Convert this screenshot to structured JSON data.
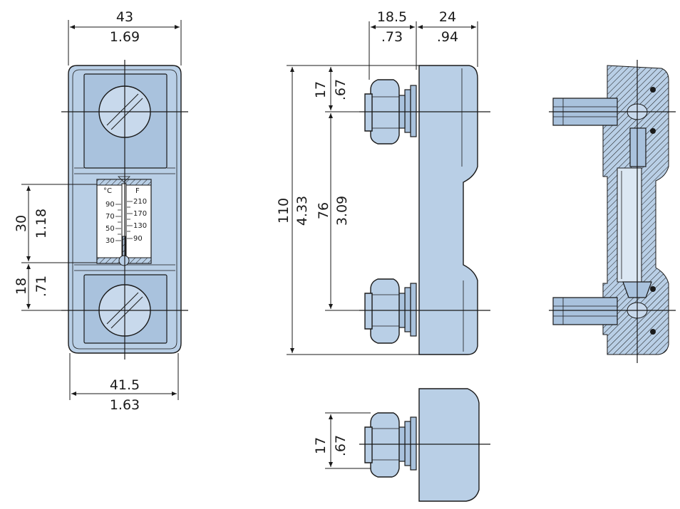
{
  "front_view": {
    "top_width_mm": "43",
    "top_width_in": "1.69",
    "bottom_width_mm": "41.5",
    "bottom_width_in": "1.63",
    "scale_height_mm": "30",
    "scale_height_in": "1.18",
    "lower_offset_mm": "18",
    "lower_offset_in": ".71"
  },
  "thermometer": {
    "unit_c": "°C",
    "unit_f": "F",
    "celsius_ticks": [
      "90",
      "70",
      "50",
      "30"
    ],
    "fahrenheit_ticks": [
      "210",
      "170",
      "130",
      "90"
    ]
  },
  "side_view": {
    "bolt_depth_mm": "18.5",
    "bolt_depth_in": ".73",
    "body_depth_mm": "24",
    "body_depth_in": ".94",
    "top_offset_mm": "17",
    "top_offset_in": ".67",
    "total_height_mm": "110",
    "total_height_in": "4.33",
    "center_distance_mm": "76",
    "center_distance_in": "3.09"
  },
  "short_view": {
    "offset_mm": "17",
    "offset_in": ".67"
  }
}
